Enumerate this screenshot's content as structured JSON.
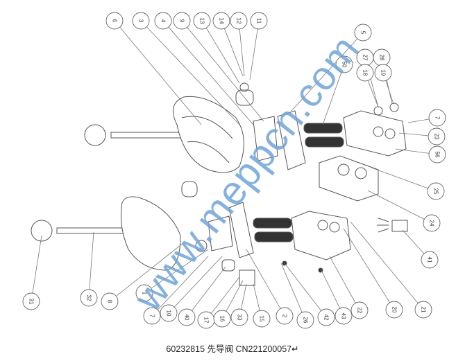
{
  "caption": "60232815 先导阀 CN221200057↵",
  "watermark": "www.meppcn.com",
  "callouts": [
    "6",
    "3",
    "4",
    "9",
    "13",
    "14",
    "12",
    "11",
    "5",
    "50",
    "27",
    "28",
    "18",
    "19",
    "7",
    "23",
    "56",
    "25",
    "24",
    "41",
    "31",
    "32",
    "8",
    "1",
    "7",
    "10",
    "40",
    "17",
    "16",
    "33",
    "15",
    "2",
    "26",
    "42",
    "43",
    "22",
    "20",
    "21"
  ],
  "colors": {
    "line": "#555555",
    "watermark": "#6fa4d8"
  }
}
